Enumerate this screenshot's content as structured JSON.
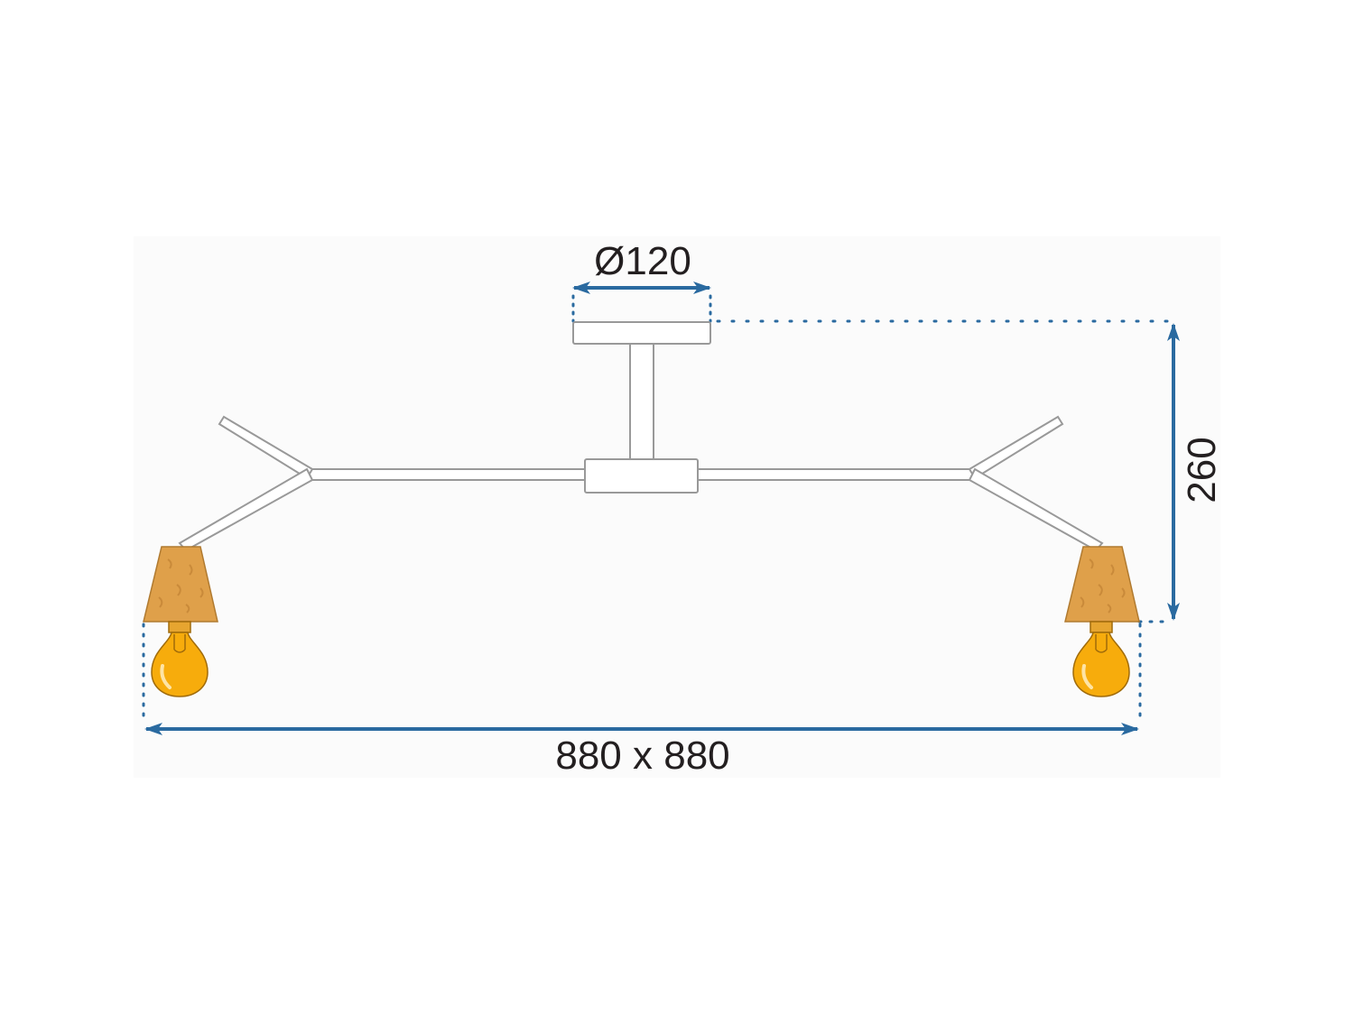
{
  "diagram": {
    "colors": {
      "background": "#ffffff",
      "panel": "#fbfbfb",
      "dimension_line": "#2a6aa0",
      "guide_dots": "#2a6aa0",
      "fixture_outline": "#999999",
      "fixture_fill": "#ffffff",
      "shade_wood": "#dfa04a",
      "shade_grain": "#c98a3a",
      "bulb": "#f7ac0c",
      "bulb_outline": "#a06b0a",
      "text": "#231f20"
    },
    "dimensions": {
      "canopy_diameter": "Ø120",
      "height": "260",
      "span": "880 x 880"
    },
    "icons": {
      "canopy": "ceiling-canopy-icon",
      "lamp": "lamp-shade-bulb-icon"
    }
  }
}
